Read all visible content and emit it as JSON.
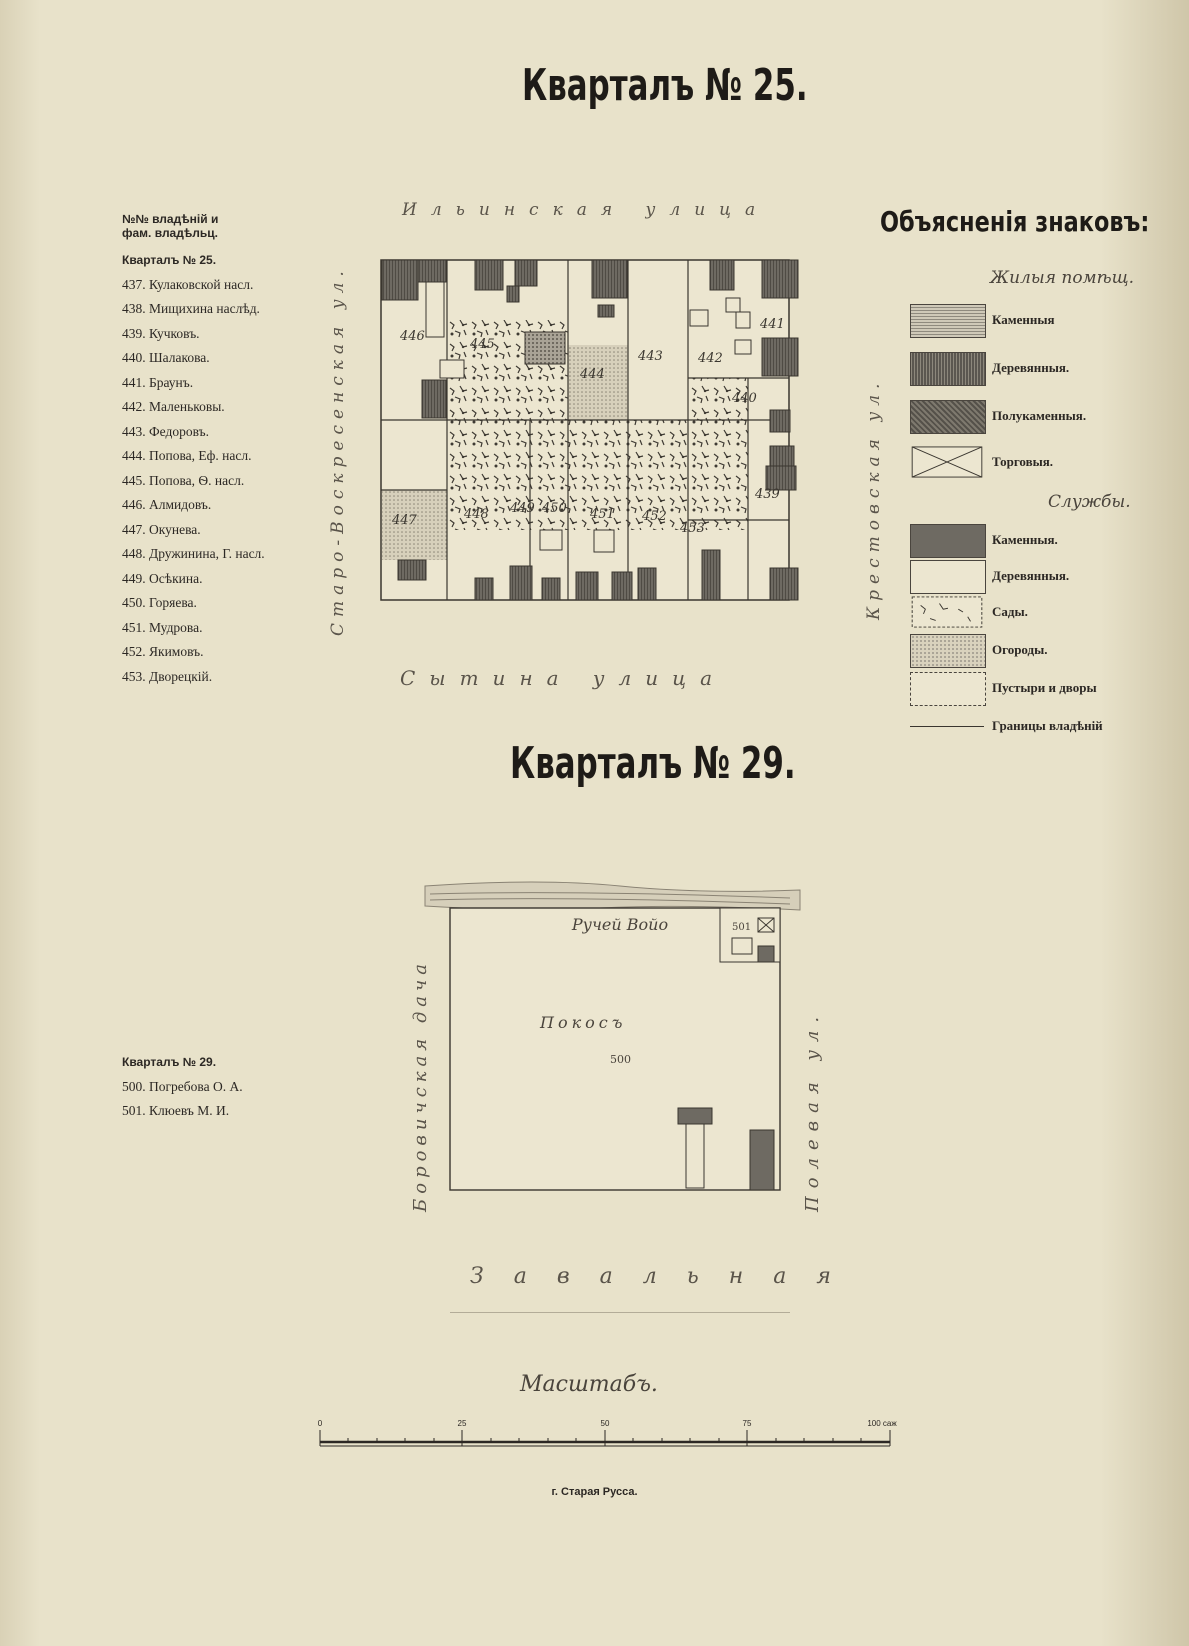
{
  "titles": {
    "q25": "Кварталъ № 25.",
    "q29": "Кварталъ № 29."
  },
  "owners_header": {
    "line1": "№№ владѣній и",
    "line2": "фам. владѣльц."
  },
  "q25_list": {
    "heading": "Кварталъ № 25.",
    "items": [
      "437. Кулаковской насл.",
      "438. Мищихина наслѣд.",
      "439. Кучковъ.",
      "440. Шалакова.",
      "441. Браунъ.",
      "442. Маленьковы.",
      "443. Федоровъ.",
      "444. Попова, Еф. насл.",
      "445. Попова, Ѳ. насл.",
      "446. Алмидовъ.",
      "447. Окунева.",
      "448. Дружинина, Г. насл.",
      "449. Осѣкина.",
      "450. Горяева.",
      "451. Мудрова.",
      "452. Якимовъ.",
      "453. Дворецкій."
    ]
  },
  "q29_list": {
    "heading": "Кварталъ № 29.",
    "items": [
      "500. Погребова О. А.",
      "501. Клюевъ М. И."
    ]
  },
  "streets": {
    "q25_top": "Ильинская улица",
    "q25_bottom": "Сытина улица",
    "q25_left": "Старо-Воскресенская ул.",
    "q25_right": "Крестовская ул.",
    "q29_top": "Ручей Войо",
    "q29_left": "Боровичская дача",
    "q29_right": "Полевая ул.",
    "q29_bottom": "Завальная"
  },
  "q25_lots": [
    "446",
    "445",
    "444",
    "443",
    "442",
    "441",
    "440",
    "447",
    "448",
    "449",
    "450",
    "451",
    "452",
    "453",
    "439"
  ],
  "q29_labels": {
    "field": "Покосъ",
    "lot": "500",
    "lot501": "501"
  },
  "legend": {
    "title": "Объясненія знаковъ:",
    "residential_heading": "Жилыя помѣщ.",
    "residential": [
      {
        "label": "Каменныя",
        "pattern": "stone"
      },
      {
        "label": "Деревянныя.",
        "pattern": "wood"
      },
      {
        "label": "Полукаменныя.",
        "pattern": "half"
      },
      {
        "label": "Торговыя.",
        "pattern": "trade"
      }
    ],
    "services_heading": "Службы.",
    "services": [
      {
        "label": "Каменныя.",
        "pattern": "svc-stone"
      },
      {
        "label": "Деревянныя.",
        "pattern": "svc-wood"
      },
      {
        "label": "Сады.",
        "pattern": "garden"
      },
      {
        "label": "Огороды.",
        "pattern": "veg"
      },
      {
        "label": "Пустыри и дворы",
        "pattern": "yard"
      },
      {
        "label": "Границы владѣній",
        "pattern": "boundary"
      }
    ]
  },
  "scale": {
    "title": "Масштабъ.",
    "ticks": [
      "0",
      "25",
      "50",
      "75",
      "100 саж"
    ]
  },
  "footer": "г. Старая Русса."
}
